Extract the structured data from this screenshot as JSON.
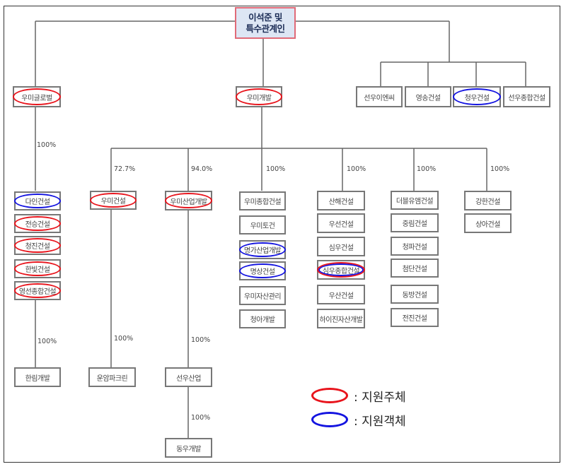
{
  "root": {
    "line1": "이석준 및",
    "line2": "특수관계인"
  },
  "nodes": {
    "umi_global": {
      "label": "우미글로벌",
      "mark": "red"
    },
    "umi_dev": {
      "label": "우미개발",
      "mark": "red"
    },
    "sunwoo_nc": {
      "label": "선우이엔씨",
      "mark": ""
    },
    "youngsong": {
      "label": "영송건설",
      "mark": ""
    },
    "cheongwoo": {
      "label": "청우건설",
      "mark": "blue"
    },
    "sunwoo_jh": {
      "label": "선우종합건설",
      "mark": ""
    },
    "dain": {
      "label": "다인건설",
      "mark": "blue"
    },
    "jeonseung": {
      "label": "전승건설",
      "mark": "red"
    },
    "cheongjin": {
      "label": "청진건설",
      "mark": "red"
    },
    "hanbit": {
      "label": "한빛건설",
      "mark": "red"
    },
    "youngsun": {
      "label": "영선종합건설",
      "mark": "red"
    },
    "hanrim": {
      "label": "한림개발",
      "mark": ""
    },
    "umi_const": {
      "label": "우미건설",
      "mark": "red"
    },
    "unam": {
      "label": "운암파크린",
      "mark": ""
    },
    "umi_ind": {
      "label": "우미산업개발",
      "mark": "red"
    },
    "sunwoo_ind": {
      "label": "선우산업",
      "mark": ""
    },
    "dongwoo": {
      "label": "동우개발",
      "mark": ""
    },
    "umi_jh": {
      "label": "우미종합건설",
      "mark": ""
    },
    "umi_togun": {
      "label": "우미토건",
      "mark": ""
    },
    "myungga": {
      "label": "명가산업개발",
      "mark": "blue"
    },
    "myungsang": {
      "label": "명상건설",
      "mark": "blue"
    },
    "umi_asset": {
      "label": "우미자산관리",
      "mark": ""
    },
    "cheonga": {
      "label": "청아개발",
      "mark": ""
    },
    "sanhae": {
      "label": "산해건설",
      "mark": ""
    },
    "usun": {
      "label": "우선건설",
      "mark": ""
    },
    "simwoo": {
      "label": "심우건설",
      "mark": ""
    },
    "simwoo_jh": {
      "label": "심우종합건설",
      "mark": "both"
    },
    "usan": {
      "label": "우산건설",
      "mark": ""
    },
    "haijin": {
      "label": "하이진자산개발",
      "mark": ""
    },
    "wm": {
      "label": "더블유앰건설",
      "mark": ""
    },
    "jungrim": {
      "label": "중림건설",
      "mark": ""
    },
    "cheongpa": {
      "label": "청파건설",
      "mark": ""
    },
    "cheomdan": {
      "label": "첨단건설",
      "mark": ""
    },
    "dongbang": {
      "label": "동방건설",
      "mark": ""
    },
    "jeonjin": {
      "label": "전진건설",
      "mark": ""
    },
    "kanghan": {
      "label": "강한건설",
      "mark": ""
    },
    "sanga": {
      "label": "상아건설",
      "mark": ""
    }
  },
  "percentages": {
    "global_to_dain": "100%",
    "to_umi_const": "72.7%",
    "to_umi_ind": "94.0%",
    "to_umi_jh": "100%",
    "to_sanhae": "100%",
    "to_wm": "100%",
    "to_kanghan": "100%",
    "youngsun_to_hanrim": "100%",
    "umi_const_to_unam": "100%",
    "umi_ind_to_sunwoo_ind": "100%",
    "sunwoo_ind_to_dongwoo": "100%"
  },
  "legend": {
    "subject": {
      "label": ": 지원주체",
      "color": "#e8141c"
    },
    "object": {
      "label": ": 지원객체",
      "color": "#1414e0"
    }
  }
}
